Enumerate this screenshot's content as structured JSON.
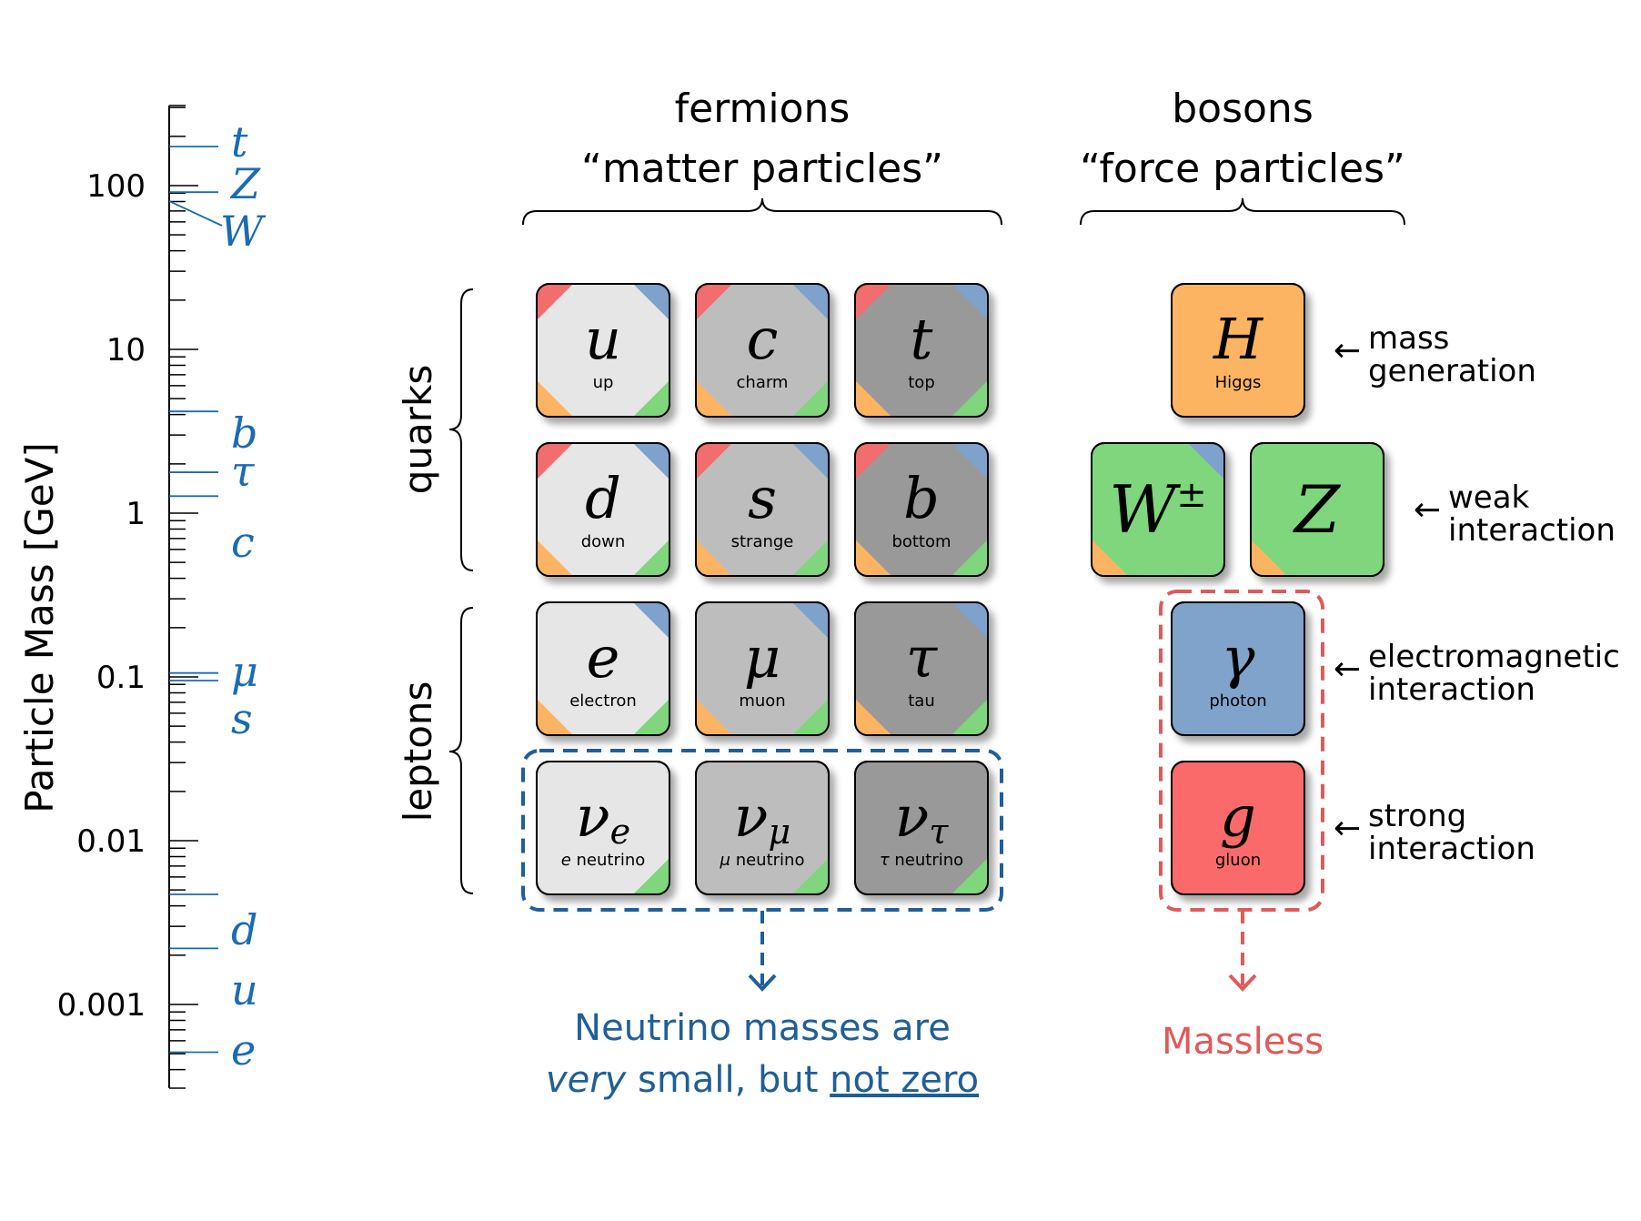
{
  "axis": {
    "label": "Particle Mass [GeV]",
    "scale": "log",
    "range": [
      0.0002,
      300
    ],
    "tick_labels": [
      {
        "text": "100",
        "value": 100
      },
      {
        "text": "10",
        "value": 10
      },
      {
        "text": "1",
        "value": 1
      },
      {
        "text": "0.1",
        "value": 0.1
      },
      {
        "text": "0.01",
        "value": 0.01
      },
      {
        "text": "0.001",
        "value": 0.001
      }
    ],
    "color": "#1a6bb5"
  },
  "mass_markers": [
    {
      "symbol": "t",
      "mass": 173
    },
    {
      "symbol": "Z",
      "mass": 91.2
    },
    {
      "symbol": "W",
      "mass": 80.4
    },
    {
      "symbol": "b",
      "mass": 4.18
    },
    {
      "symbol": "τ",
      "mass": 1.777
    },
    {
      "symbol": "c",
      "mass": 1.27
    },
    {
      "symbol": "μ",
      "mass": 0.1057
    },
    {
      "symbol": "s",
      "mass": 0.095
    },
    {
      "symbol": "d",
      "mass": 0.0047
    },
    {
      "symbol": "u",
      "mass": 0.0022
    },
    {
      "symbol": "e",
      "mass": 0.000511
    }
  ],
  "headers": {
    "fermions": "fermions",
    "fermions_sub": "“matter particles”",
    "bosons": "bosons",
    "bosons_sub": "“force particles”"
  },
  "group_labels": {
    "quarks": "quarks",
    "leptons": "leptons"
  },
  "fermions": [
    {
      "symbol": "u",
      "name": "up",
      "fill": "#e6e6e6",
      "corners": [
        "red",
        "blue",
        "orange",
        "green"
      ]
    },
    {
      "symbol": "c",
      "name": "charm",
      "fill": "#bdbdbd",
      "corners": [
        "red",
        "blue",
        "orange",
        "green"
      ]
    },
    {
      "symbol": "t",
      "name": "top",
      "fill": "#999999",
      "corners": [
        "red",
        "blue",
        "orange",
        "green"
      ]
    },
    {
      "symbol": "d",
      "name": "down",
      "fill": "#e6e6e6",
      "corners": [
        "red",
        "blue",
        "orange",
        "green"
      ]
    },
    {
      "symbol": "s",
      "name": "strange",
      "fill": "#bdbdbd",
      "corners": [
        "red",
        "blue",
        "orange",
        "green"
      ]
    },
    {
      "symbol": "b",
      "name": "bottom",
      "fill": "#999999",
      "corners": [
        "red",
        "blue",
        "orange",
        "green"
      ]
    },
    {
      "symbol": "e",
      "name": "electron",
      "fill": "#e6e6e6",
      "corners": [
        "blue",
        "orange",
        "green"
      ]
    },
    {
      "symbol": "μ",
      "name": "muon",
      "fill": "#bdbdbd",
      "corners": [
        "blue",
        "orange",
        "green"
      ]
    },
    {
      "symbol": "τ",
      "name": "tau",
      "fill": "#999999",
      "corners": [
        "blue",
        "orange",
        "green"
      ]
    },
    {
      "symbol": "ν",
      "sub": "e",
      "name": "e neutrino",
      "name_sym": "e",
      "name_rest": " neutrino",
      "fill": "#e6e6e6",
      "corners": [
        "green"
      ]
    },
    {
      "symbol": "ν",
      "sub": "μ",
      "name": "μ neutrino",
      "name_sym": "μ",
      "name_rest": " neutrino",
      "fill": "#bdbdbd",
      "corners": [
        "green"
      ]
    },
    {
      "symbol": "ν",
      "sub": "τ",
      "name": "τ neutrino",
      "name_sym": "τ",
      "name_rest": " neutrino",
      "fill": "#999999",
      "corners": [
        "green"
      ]
    }
  ],
  "bosons": [
    {
      "symbol": "H",
      "name": "Higgs",
      "fill": "#fdb462",
      "corners": []
    },
    {
      "symbol": "W",
      "sup": "±",
      "name": "",
      "fill": "#7fd67d",
      "corners": [
        "blue",
        "orange"
      ]
    },
    {
      "symbol": "Z",
      "name": "",
      "fill": "#7fd67d",
      "corners": [
        "orange"
      ]
    },
    {
      "symbol": "γ",
      "name": "photon",
      "fill": "#80a3cc",
      "corners": []
    },
    {
      "symbol": "g",
      "name": "gluon",
      "fill": "#fa6b6b",
      "corners": []
    }
  ],
  "interactions": [
    {
      "line1": "mass",
      "line2": "generation"
    },
    {
      "line1": "weak",
      "line2": "interaction"
    },
    {
      "line1": "electromagnetic",
      "line2": "interaction"
    },
    {
      "line1": "strong",
      "line2": "interaction"
    }
  ],
  "notes": {
    "neutrino_line1": "Neutrino masses are",
    "neutrino_very": "very",
    "neutrino_mid": " small, but ",
    "neutrino_not_zero": "not zero",
    "massless": "Massless"
  },
  "colors": {
    "corner_red": "#f26d6d",
    "corner_blue": "#7fa2cc",
    "corner_orange": "#fdb462",
    "corner_green": "#7fd67d",
    "neutrino_box": "#1f5f99",
    "massless_box": "#e05a5a"
  },
  "arrow_glyph": "←"
}
